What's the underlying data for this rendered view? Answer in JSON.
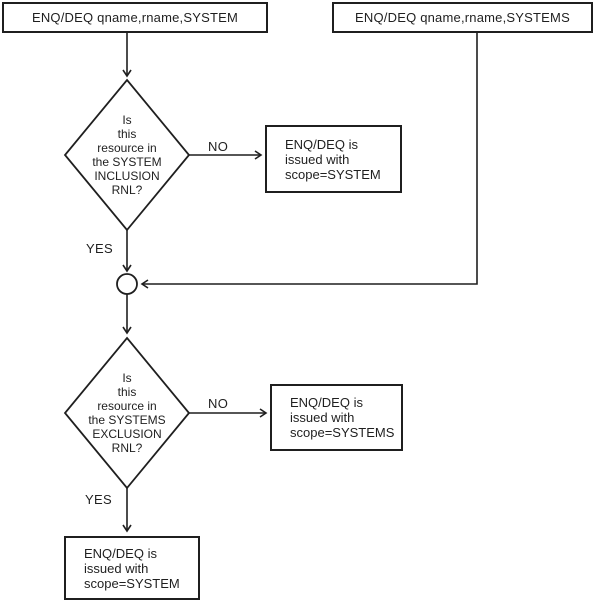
{
  "colors": {
    "ink": "#1f1f1f",
    "background": "#ffffff"
  },
  "nodes": {
    "start_system": {
      "label": "ENQ/DEQ qname,rname,SYSTEM"
    },
    "start_systems": {
      "label": "ENQ/DEQ qname,rname,SYSTEMS"
    },
    "decision_inclusion": {
      "label": "Is\nthis\nresource in\nthe SYSTEM\nINCLUSION\nRNL?"
    },
    "decision_exclusion": {
      "label": "Is\nthis\nresource in\nthe SYSTEMS\nEXCLUSION\nRNL?"
    },
    "result_no_inclusion": {
      "label": "ENQ/DEQ is\nissued with\nscope=SYSTEM"
    },
    "result_no_exclusion": {
      "label": "ENQ/DEQ is\nissued with\nscope=SYSTEMS"
    },
    "result_yes_exclusion": {
      "label": "ENQ/DEQ is\nissued with\nscope=SYSTEM"
    }
  },
  "edge_labels": {
    "no_inclusion": "NO",
    "yes_inclusion": "YES",
    "no_exclusion": "NO",
    "yes_exclusion": "YES"
  }
}
